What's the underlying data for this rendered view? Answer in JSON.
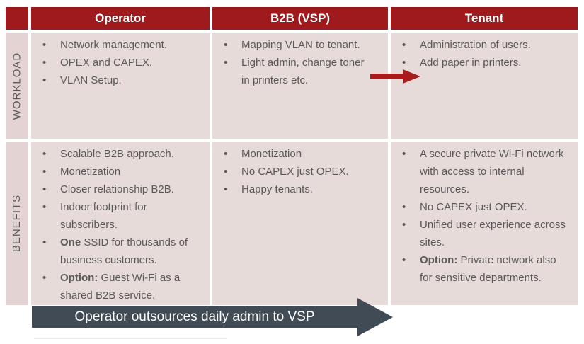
{
  "colors": {
    "header_red": "#9E1A1D",
    "arrow_red": "#A81C1C",
    "banner_dark": "#414B55",
    "cell_bg": "#E7DBD9",
    "label_bg": "#E3D3D2",
    "text_gray": "#595959"
  },
  "table": {
    "columns": [
      {
        "id": "operator",
        "label": "Operator"
      },
      {
        "id": "b2b",
        "label": "B2B (VSP)"
      },
      {
        "id": "tenant",
        "label": "Tenant"
      }
    ],
    "rows": [
      {
        "id": "workload",
        "label": "WORKLOAD"
      },
      {
        "id": "benefits",
        "label": "BENEFITS"
      }
    ],
    "cells": {
      "workload": {
        "operator": [
          {
            "t": "Network management."
          },
          {
            "t": "OPEX and CAPEX."
          },
          {
            "t": "VLAN Setup."
          }
        ],
        "b2b": [
          {
            "t": "Mapping VLAN to tenant."
          },
          {
            "t": "Light admin, change toner in printers etc."
          }
        ],
        "tenant": [
          {
            "t": "Administration of users."
          },
          {
            "t": "Add paper in printers."
          }
        ]
      },
      "benefits": {
        "operator": [
          {
            "t": "Scalable B2B approach."
          },
          {
            "t": "Monetization"
          },
          {
            "t": "Closer relationship B2B."
          },
          {
            "t": "Indoor footprint for subscribers."
          },
          {
            "b": "One",
            "t": " SSID for thousands of business customers."
          },
          {
            "b": "Option:",
            "t": " Guest Wi-Fi as a shared B2B service."
          }
        ],
        "b2b": [
          {
            "t": "Monetization"
          },
          {
            "t": "No CAPEX just OPEX."
          },
          {
            "t": "Happy tenants."
          }
        ],
        "tenant": [
          {
            "t": "A secure private Wi-Fi network with access to internal resources."
          },
          {
            "t": "No CAPEX just OPEX."
          },
          {
            "t": "Unified user experience across sites."
          },
          {
            "b": "Option:",
            "t": " Private network also for sensitive departments."
          }
        ]
      }
    }
  },
  "banner": {
    "text": "Operator outsources daily admin to VSP"
  }
}
